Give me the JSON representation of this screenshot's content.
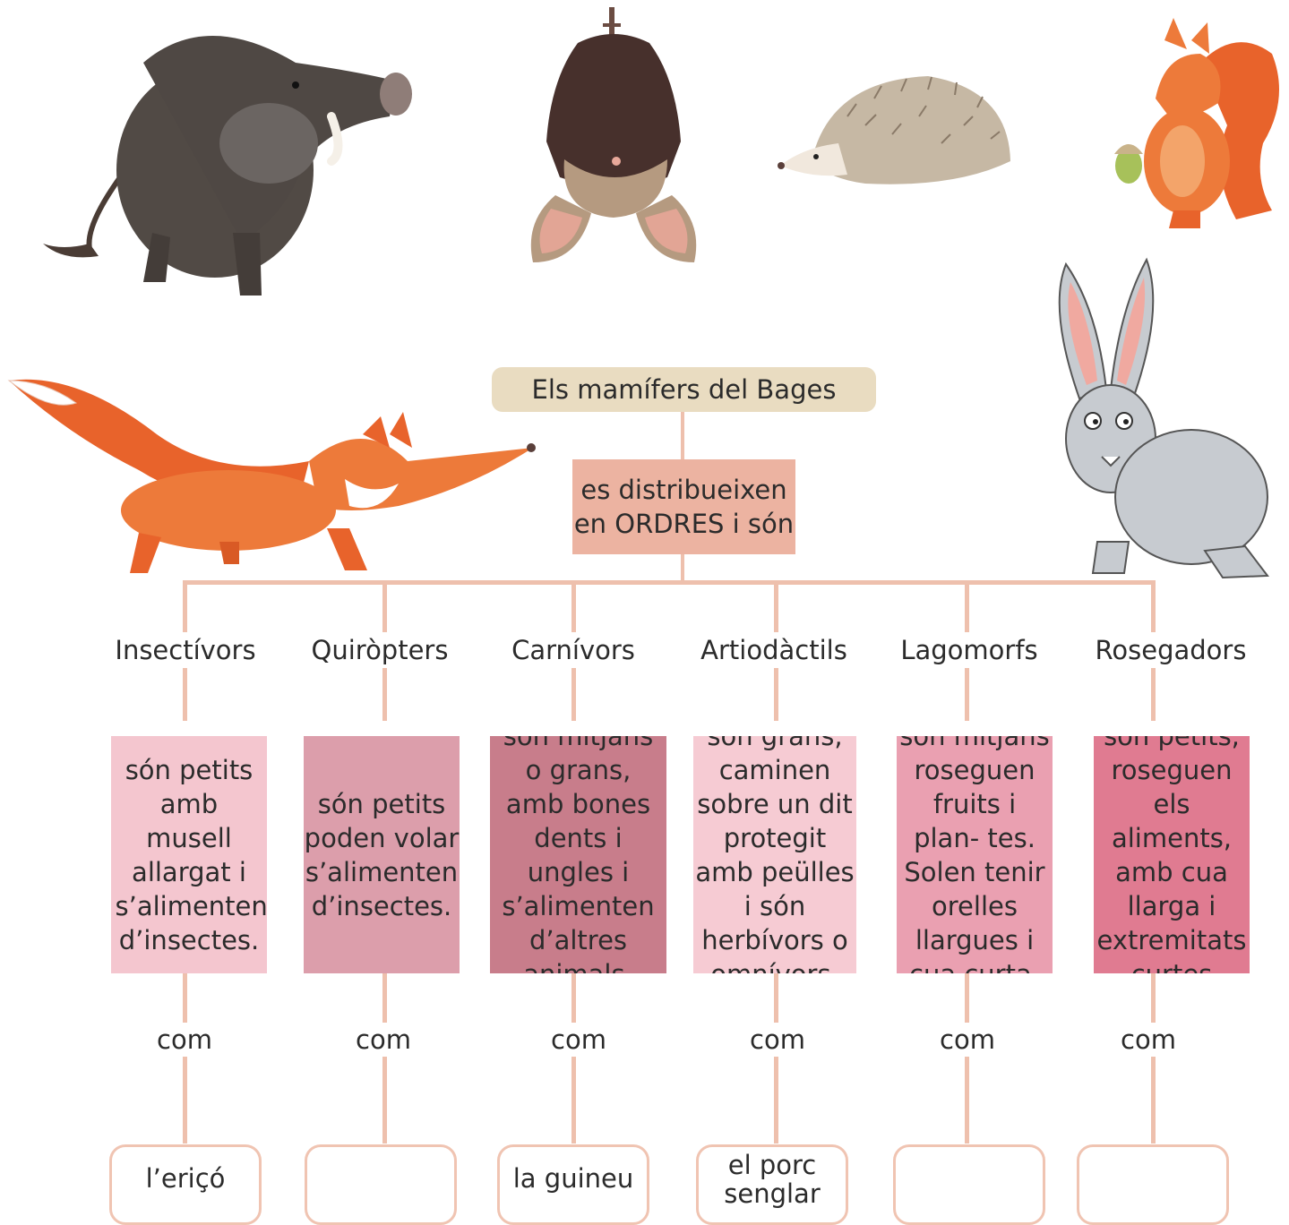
{
  "title": "Els mamífers del Bages",
  "distribution": "es distribueixen en ORDRES i són",
  "orders": [
    {
      "name": "Insectívors",
      "description": "són petits amb musell allargat i s’alimenten d’insectes.",
      "connector": "com",
      "example": "l’eriçó",
      "color": "#f4c6cf"
    },
    {
      "name": "Quiròpters",
      "description": "són petits poden volar s’alimenten d’insectes.",
      "connector": "com",
      "example": "",
      "color": "#dc9eab"
    },
    {
      "name": "Carnívors",
      "description": "són mitjans o grans, amb bones dents i ungles i s’alimenten d’altres animals.",
      "connector": "com",
      "example": "la guineu",
      "color": "#c87d8b"
    },
    {
      "name": "Artiodàctils",
      "description": "són grans, caminen sobre un dit protegit amb peülles i són herbívors o omnívors.",
      "connector": "com",
      "example": "el porc senglar",
      "color": "#f6cbd3"
    },
    {
      "name": "Lagomorfs",
      "description": "són mitjans roseguen fruits i plan- tes. Solen tenir orelles llargues i cua curta.",
      "connector": "com",
      "example": "",
      "color": "#eaa0b1"
    },
    {
      "name": "Rosegadors",
      "description": "són petits, roseguen els aliments, amb cua llarga i extremitats curtes",
      "connector": "com",
      "example": "",
      "color": "#e07b91"
    }
  ],
  "illustrations": [
    "wild-boar",
    "bat",
    "hedgehog",
    "squirrel",
    "fox",
    "hare"
  ],
  "line_color": "#eec0ad"
}
